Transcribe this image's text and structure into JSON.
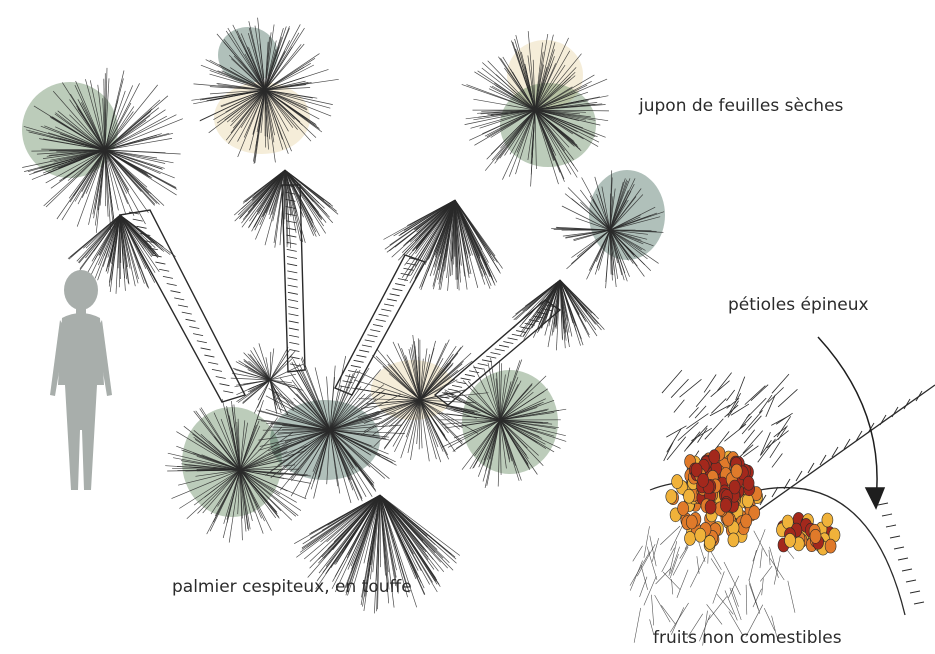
{
  "labels": {
    "dry_leaf_skirt": "jupon de feuilles sèches",
    "spiny_petioles": "pétioles épineux",
    "clump_habit": "palmier cespiteux, en touffe",
    "inedible_fruits": "fruits non comestibles"
  },
  "colors": {
    "ink": "#2a2a2a",
    "wash_green": "#4f7a4a",
    "wash_teal": "#2f5a4a",
    "wash_tan": "#e6cf9a",
    "silhouette": "#a8aeab",
    "fruit_red": "#a3281c",
    "fruit_orange": "#e07a2a",
    "fruit_yellow": "#f0b23a"
  },
  "icons": [
    "human-silhouette-icon",
    "arrow-icon"
  ]
}
